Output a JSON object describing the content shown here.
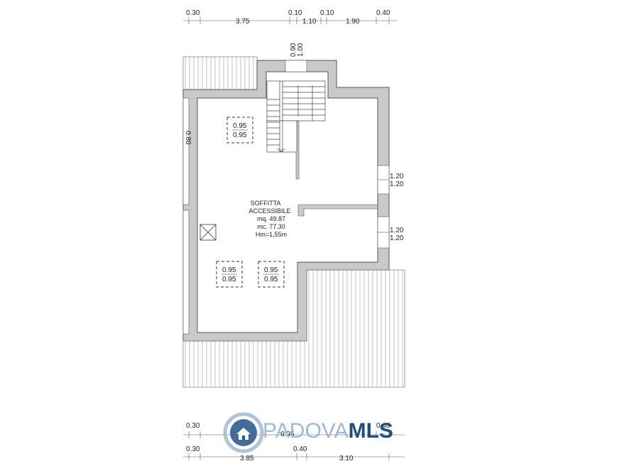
{
  "dimensions": {
    "top_row": [
      "0.30",
      "3.75",
      "0.10",
      "1.10",
      "0.10",
      "1.90",
      "0.40"
    ],
    "bottom_row1": [
      "0.30",
      "6.95",
      "0.40"
    ],
    "bottom_row2": [
      "0.30",
      "3.85",
      "0.40",
      "3.10"
    ],
    "left_wall": "0.80",
    "stair_top": [
      "0.90",
      "1.00"
    ],
    "window_right1": [
      "1.20",
      "1.20"
    ],
    "window_right2": [
      "1.20",
      "1.20"
    ]
  },
  "skylights": [
    {
      "w": "0.95",
      "h": "0.95"
    },
    {
      "w": "0.95",
      "h": "0.95"
    },
    {
      "w": "0.95",
      "h": "0.95"
    }
  ],
  "room": {
    "name1": "SOFFITTA",
    "name2": "ACCESSIBILE",
    "area": "mq. 49.87",
    "volume": "mc. 77.30",
    "height": "Hm=1,55m"
  },
  "logo": {
    "part1": "PADOVA",
    "part2": "MLS",
    "color_light": "#9fb9d3",
    "color_dark": "#1f4f82"
  }
}
